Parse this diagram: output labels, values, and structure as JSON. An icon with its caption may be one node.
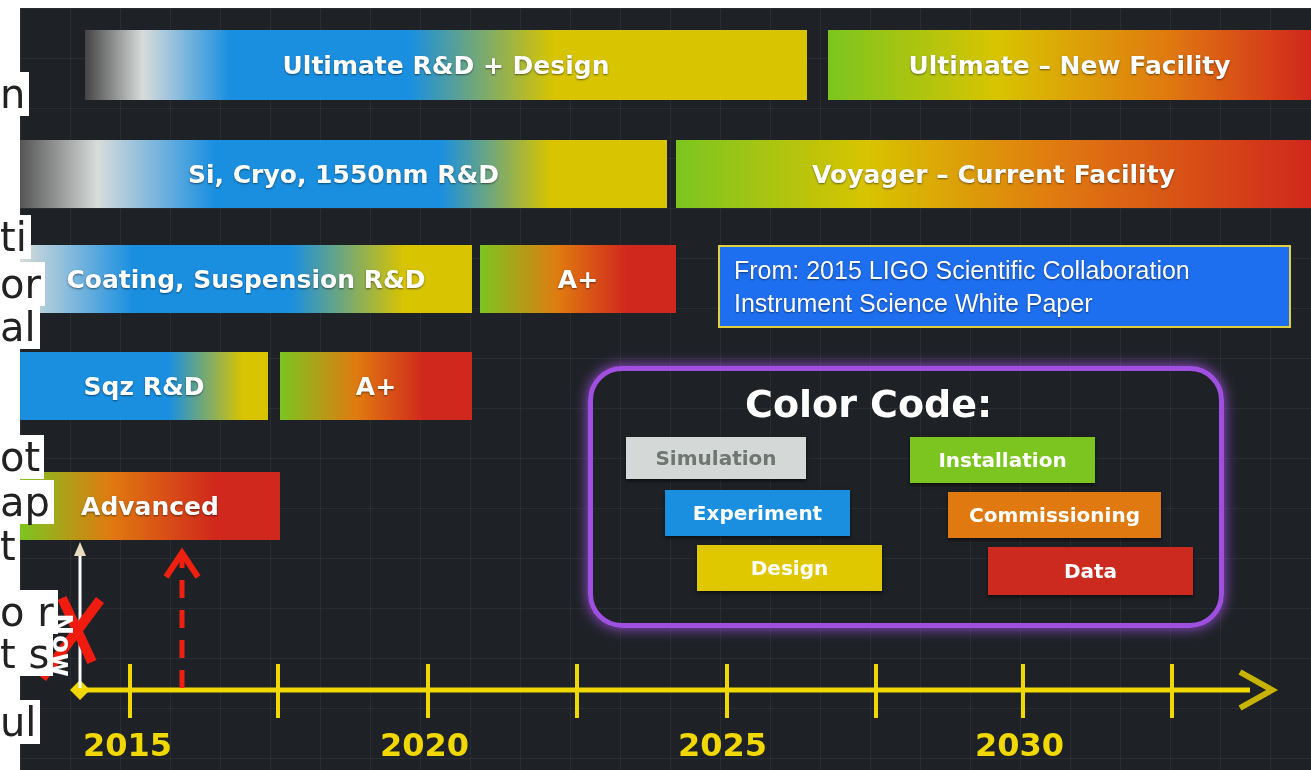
{
  "diagram": {
    "nodes": [
      {
        "text": [
          "Ultimate R&D + Design"
        ]
      },
      {
        "text": [
          "Ultimate – New Facility"
        ]
      },
      {
        "text": [
          "Si, Cryo, 1550nm R&D"
        ]
      },
      {
        "text": [
          "Voyager – Current Facility"
        ]
      },
      {
        "text": [
          "Coating, Suspension R&D"
        ]
      },
      {
        "text": [
          "A+"
        ]
      },
      {
        "text": [
          "From: 2015 LIGO Scientific Collaboration Instrument Science White Paper"
        ]
      },
      {
        "text": [
          "Sqz R&D"
        ]
      },
      {
        "text": [
          "A+"
        ]
      },
      {
        "text": [
          "Advanced"
        ]
      }
    ],
    "edges": [],
    "labels": [
      "n",
      "ti",
      "or",
      "al",
      "ot",
      "ap",
      "t",
      "o r",
      "t s",
      "ul",
      "Color Code:",
      "Now",
      "2015",
      "2020",
      "2025",
      "2030"
    ],
    "legend": [
      {
        "text": "Simulation",
        "color": "#d4d8d6"
      },
      {
        "text": "Experiment",
        "color": "#1a8fe0"
      },
      {
        "text": "Design",
        "color": "#e0c800"
      },
      {
        "text": "Installation",
        "color": "#7cc520"
      },
      {
        "text": "Commissioning",
        "color": "#e07a10"
      },
      {
        "text": "Data",
        "color": "#cc2a1e"
      }
    ]
  }
}
